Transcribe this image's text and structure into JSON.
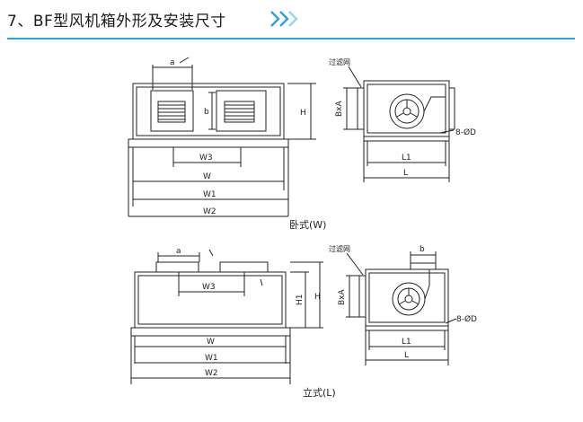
{
  "header": {
    "title": "7、BF型风机箱外形及安装尺寸",
    "accent_color": "#2aa3d8",
    "chevron_icon": "double-chevron-right-icon"
  },
  "horizontal": {
    "caption": "卧式(W)",
    "labels": {
      "a": "a",
      "b": "b",
      "H": "H",
      "W3": "W3",
      "W": "W",
      "W1": "W1",
      "W2": "W2",
      "filter": "过滤网",
      "BxA": "BxA",
      "bolt": "8-ØD",
      "L1": "L1",
      "L": "L"
    }
  },
  "vertical": {
    "caption": "立式(L)",
    "labels": {
      "a": "a",
      "W3": "W3",
      "H1": "H1",
      "H": "H",
      "W": "W",
      "W1": "W1",
      "W2": "W2",
      "filter": "过滤网",
      "BxA": "BxA",
      "b": "b",
      "bolt": "8-ØD",
      "L1": "L1",
      "L": "L"
    }
  }
}
